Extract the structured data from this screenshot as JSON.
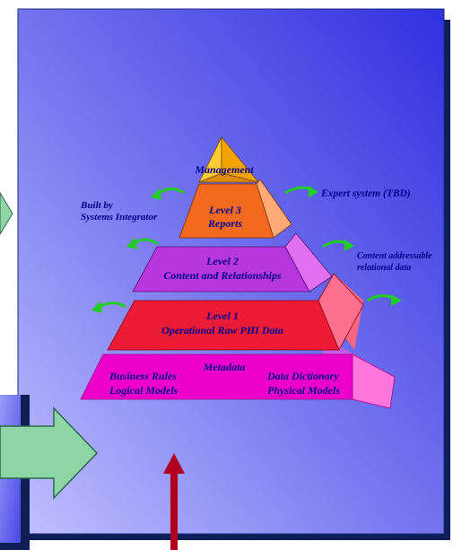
{
  "pyramid": {
    "apex_label": "Management",
    "level3": {
      "title": "Level 3",
      "subtitle": "Reports"
    },
    "level2": {
      "title": "Level 2",
      "subtitle": "Content and Relationships"
    },
    "level1": {
      "title": "Level 1",
      "subtitle": "Operational Raw PHI Data"
    },
    "base": {
      "title": "Metadata",
      "left_line1": "Business Rules",
      "left_line2": "Logical Models",
      "right_line1": "Data Dictionary",
      "right_line2": "Physical Models"
    }
  },
  "annotations": {
    "built_by_line1": "Built by",
    "built_by_line2": "Systems Integrator",
    "expert_system": "Expert system (TBD)",
    "content_line1": "Content addressable",
    "content_line2": "relational data"
  },
  "colors": {
    "panel_gradient_start": "#3737e6",
    "panel_gradient_end": "#b8b8ff",
    "panel_shadow": "#0d1f55",
    "apex": "#f5a300",
    "level3": "#f36a1f",
    "level2": "#b637db",
    "level1": "#ee1b36",
    "base": "#ee00cc",
    "left_arrow": "#8fd6a6",
    "bottom_arrow": "#b00020",
    "curved_arrow": "#33dd33",
    "label_text": "#00008b"
  }
}
